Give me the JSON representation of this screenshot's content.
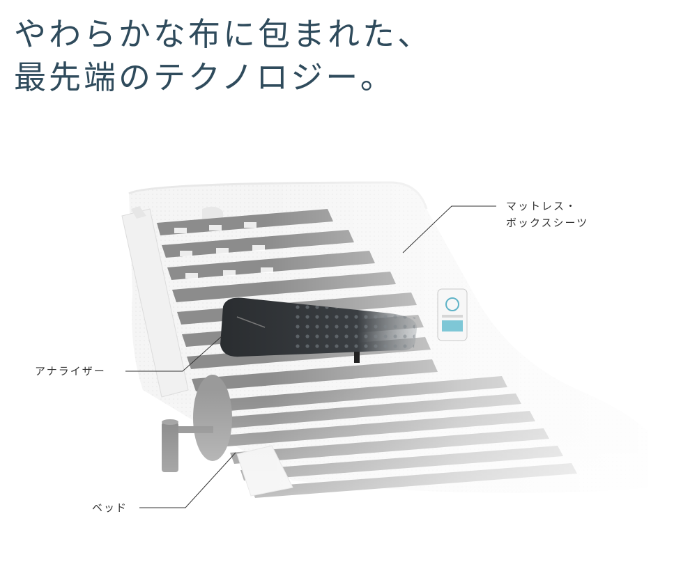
{
  "headline": {
    "line1": "やわらかな布に包まれた、",
    "line2": "最先端のテクノロジー。"
  },
  "labels": {
    "mattress_line1": "マットレス・",
    "mattress_line2": "ボックスシーツ",
    "analyzer": "アナライザー",
    "bed": "ベッド"
  },
  "colors": {
    "headline": "#2f4b5c",
    "frame": "#8a8a8a",
    "analyzer": "#2d3033",
    "mattress": "#f2f2f2"
  }
}
